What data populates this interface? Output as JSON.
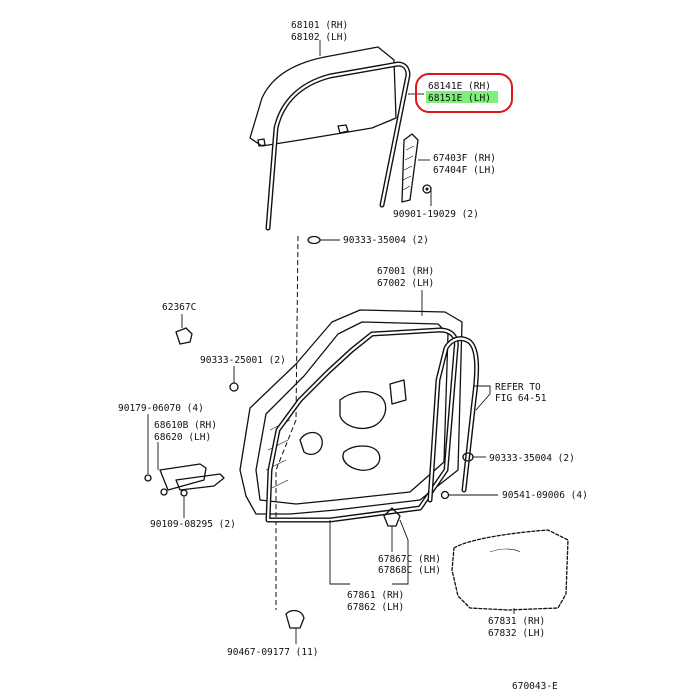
{
  "labels": {
    "p68101": "68101 (RH)",
    "p68102": "68102 (LH)",
    "p68141": "68141E (RH)",
    "p68151": "68151E (LH)",
    "p67403": "67403F (RH)",
    "p67404": "67404F (LH)",
    "p90901": "90901-19029 (2)",
    "p90333a": "90333-35004 (2)",
    "p67001": "67001 (RH)",
    "p67002": "67002 (LH)",
    "p62367": "62367C",
    "p90333b": "90333-25001 (2)",
    "p90179": "90179-06070 (4)",
    "p68610": "68610B (RH)",
    "p68620": "68620  (LH)",
    "refer1": "REFER TO",
    "refer2": "FIG 64-51",
    "p90333c": "90333-35004 (2)",
    "p90541": "90541-09006 (4)",
    "p90109": "90109-08295 (2)",
    "p67867": "67867C (RH)",
    "p67868": "67868C (LH)",
    "p67861": "67861 (RH)",
    "p67862": "67862 (LH)",
    "p67831": "67831 (RH)",
    "p67832": "67832 (LH)",
    "p90467": "90467-09177 (11)",
    "figno": "670043-E"
  },
  "colors": {
    "highlight_ring": "#e0141e",
    "highlight_fill": "#7ef07a"
  }
}
